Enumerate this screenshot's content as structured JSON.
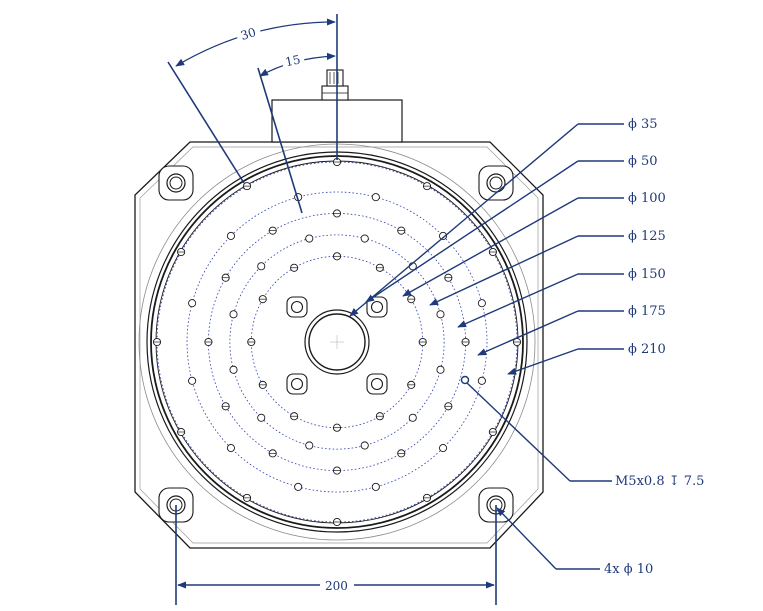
{
  "colors": {
    "dimension": "#1f3a7a",
    "outline": "#1a1a1a",
    "gray_ring": "#8a8a8a",
    "pitch_circle": "#2b3fb0"
  },
  "angles": {
    "outer": "30",
    "inner": "15"
  },
  "diameters": [
    {
      "label": "ϕ 35",
      "value": 35
    },
    {
      "label": "ϕ 50",
      "value": 50
    },
    {
      "label": "ϕ 100",
      "value": 100
    },
    {
      "label": "ϕ 125",
      "value": 125
    },
    {
      "label": "ϕ 150",
      "value": 150
    },
    {
      "label": "ϕ 175",
      "value": 175
    },
    {
      "label": "ϕ 210",
      "value": 210
    }
  ],
  "thread_note": "M5x0.8 ↧ 7.5",
  "mount_holes": "4x ϕ 10",
  "bolt_span": "200"
}
